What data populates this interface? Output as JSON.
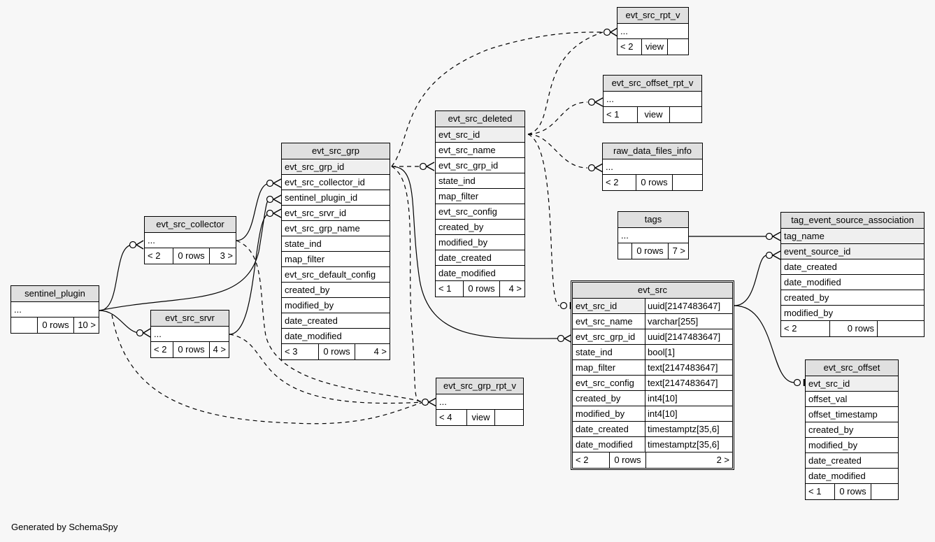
{
  "footer": "Generated by SchemaSpy",
  "tables": {
    "sentinel_plugin": {
      "name": "sentinel_plugin",
      "cols": [
        "..."
      ],
      "parents": "",
      "rows": "0 rows",
      "children": "10 >"
    },
    "evt_src_collector": {
      "name": "evt_src_collector",
      "cols": [
        "..."
      ],
      "parents": "< 2",
      "rows": "0 rows",
      "children": "3 >"
    },
    "evt_src_srvr": {
      "name": "evt_src_srvr",
      "cols": [
        "..."
      ],
      "parents": "< 2",
      "rows": "0 rows",
      "children": "4 >"
    },
    "evt_src_grp": {
      "name": "evt_src_grp",
      "cols": [
        "evt_src_grp_id",
        "evt_src_collector_id",
        "sentinel_plugin_id",
        "evt_src_srvr_id",
        "evt_src_grp_name",
        "state_ind",
        "map_filter",
        "evt_src_default_config",
        "created_by",
        "modified_by",
        "date_created",
        "date_modified"
      ],
      "parents": "< 3",
      "rows": "0 rows",
      "children": "4 >"
    },
    "evt_src_deleted": {
      "name": "evt_src_deleted",
      "cols": [
        "evt_src_id",
        "evt_src_name",
        "evt_src_grp_id",
        "state_ind",
        "map_filter",
        "evt_src_config",
        "created_by",
        "modified_by",
        "date_created",
        "date_modified"
      ],
      "parents": "< 1",
      "rows": "0 rows",
      "children": "4 >"
    },
    "evt_src_grp_rpt_v": {
      "name": "evt_src_grp_rpt_v",
      "cols": [
        "..."
      ],
      "parents": "< 4",
      "rows": "view",
      "children": ""
    },
    "evt_src_rpt_v": {
      "name": "evt_src_rpt_v",
      "cols": [
        "..."
      ],
      "parents": "< 2",
      "rows": "view",
      "children": ""
    },
    "evt_src_offset_rpt_v": {
      "name": "evt_src_offset_rpt_v",
      "cols": [
        "..."
      ],
      "parents": "< 1",
      "rows": "view",
      "children": ""
    },
    "raw_data_files_info": {
      "name": "raw_data_files_info",
      "cols": [
        "..."
      ],
      "parents": "< 2",
      "rows": "0 rows",
      "children": ""
    },
    "tags": {
      "name": "tags",
      "cols": [
        "..."
      ],
      "parents": "",
      "rows": "0 rows",
      "children": "7 >"
    },
    "evt_src": {
      "name": "evt_src",
      "cols": [
        "evt_src_id",
        "evt_src_name",
        "evt_src_grp_id",
        "state_ind",
        "map_filter",
        "evt_src_config",
        "created_by",
        "modified_by",
        "date_created",
        "date_modified"
      ],
      "types": [
        "uuid[2147483647]",
        "varchar[255]",
        "uuid[2147483647]",
        "bool[1]",
        "text[2147483647]",
        "text[2147483647]",
        "int4[10]",
        "int4[10]",
        "timestamptz[35,6]",
        "timestamptz[35,6]"
      ],
      "parents": "< 2",
      "rows": "0 rows",
      "children": "2 >"
    },
    "tag_event_source_association": {
      "name": "tag_event_source_association",
      "cols": [
        "tag_name",
        "event_source_id",
        "date_created",
        "date_modified",
        "created_by",
        "modified_by"
      ],
      "parents": "< 2",
      "rows": "0 rows",
      "children": ""
    },
    "evt_src_offset": {
      "name": "evt_src_offset",
      "cols": [
        "evt_src_id",
        "offset_val",
        "offset_timestamp",
        "created_by",
        "modified_by",
        "date_created",
        "date_modified"
      ],
      "parents": "< 1",
      "rows": "0 rows",
      "children": ""
    }
  }
}
